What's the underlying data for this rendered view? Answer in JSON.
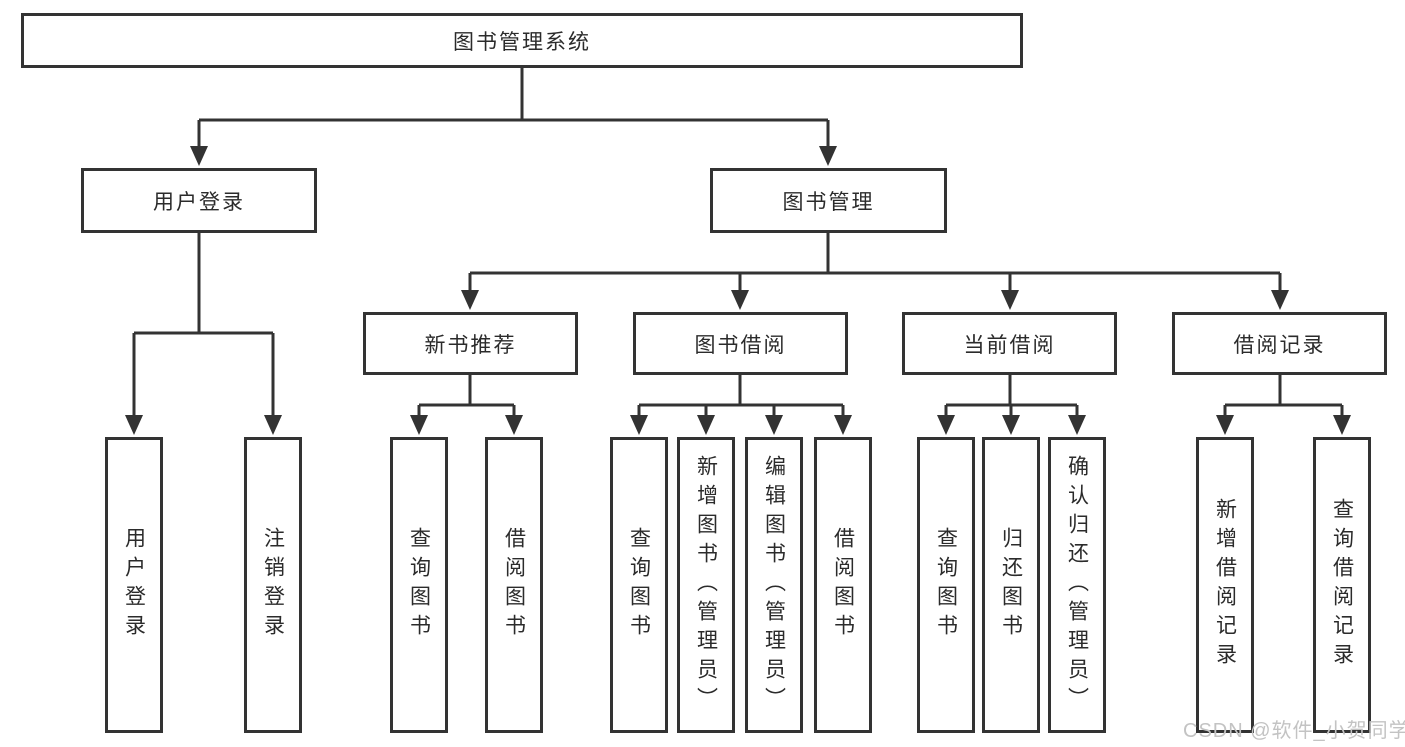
{
  "diagram": {
    "title": "图书管理系统",
    "branches": [
      {
        "label": "用户登录",
        "children": [
          {
            "label": "用户登录"
          },
          {
            "label": "注销登录"
          }
        ]
      },
      {
        "label": "图书管理",
        "children": [
          {
            "label": "新书推荐",
            "children": [
              {
                "label": "查询图书"
              },
              {
                "label": "借阅图书"
              }
            ]
          },
          {
            "label": "图书借阅",
            "children": [
              {
                "label": "查询图书"
              },
              {
                "label": "新增图书（管理员）"
              },
              {
                "label": "编辑图书（管理员）"
              },
              {
                "label": "借阅图书"
              }
            ]
          },
          {
            "label": "当前借阅",
            "children": [
              {
                "label": "查询图书"
              },
              {
                "label": "归还图书"
              },
              {
                "label": "确认归还（管理员）"
              }
            ]
          },
          {
            "label": "借阅记录",
            "children": [
              {
                "label": "新增借阅记录"
              },
              {
                "label": "查询借阅记录"
              }
            ]
          }
        ]
      }
    ]
  },
  "colors": {
    "line": "#333333",
    "background": "#ffffff",
    "watermark": "#c3c3c3"
  },
  "watermark": {
    "text": "CSDN @软件_小贺同学"
  }
}
